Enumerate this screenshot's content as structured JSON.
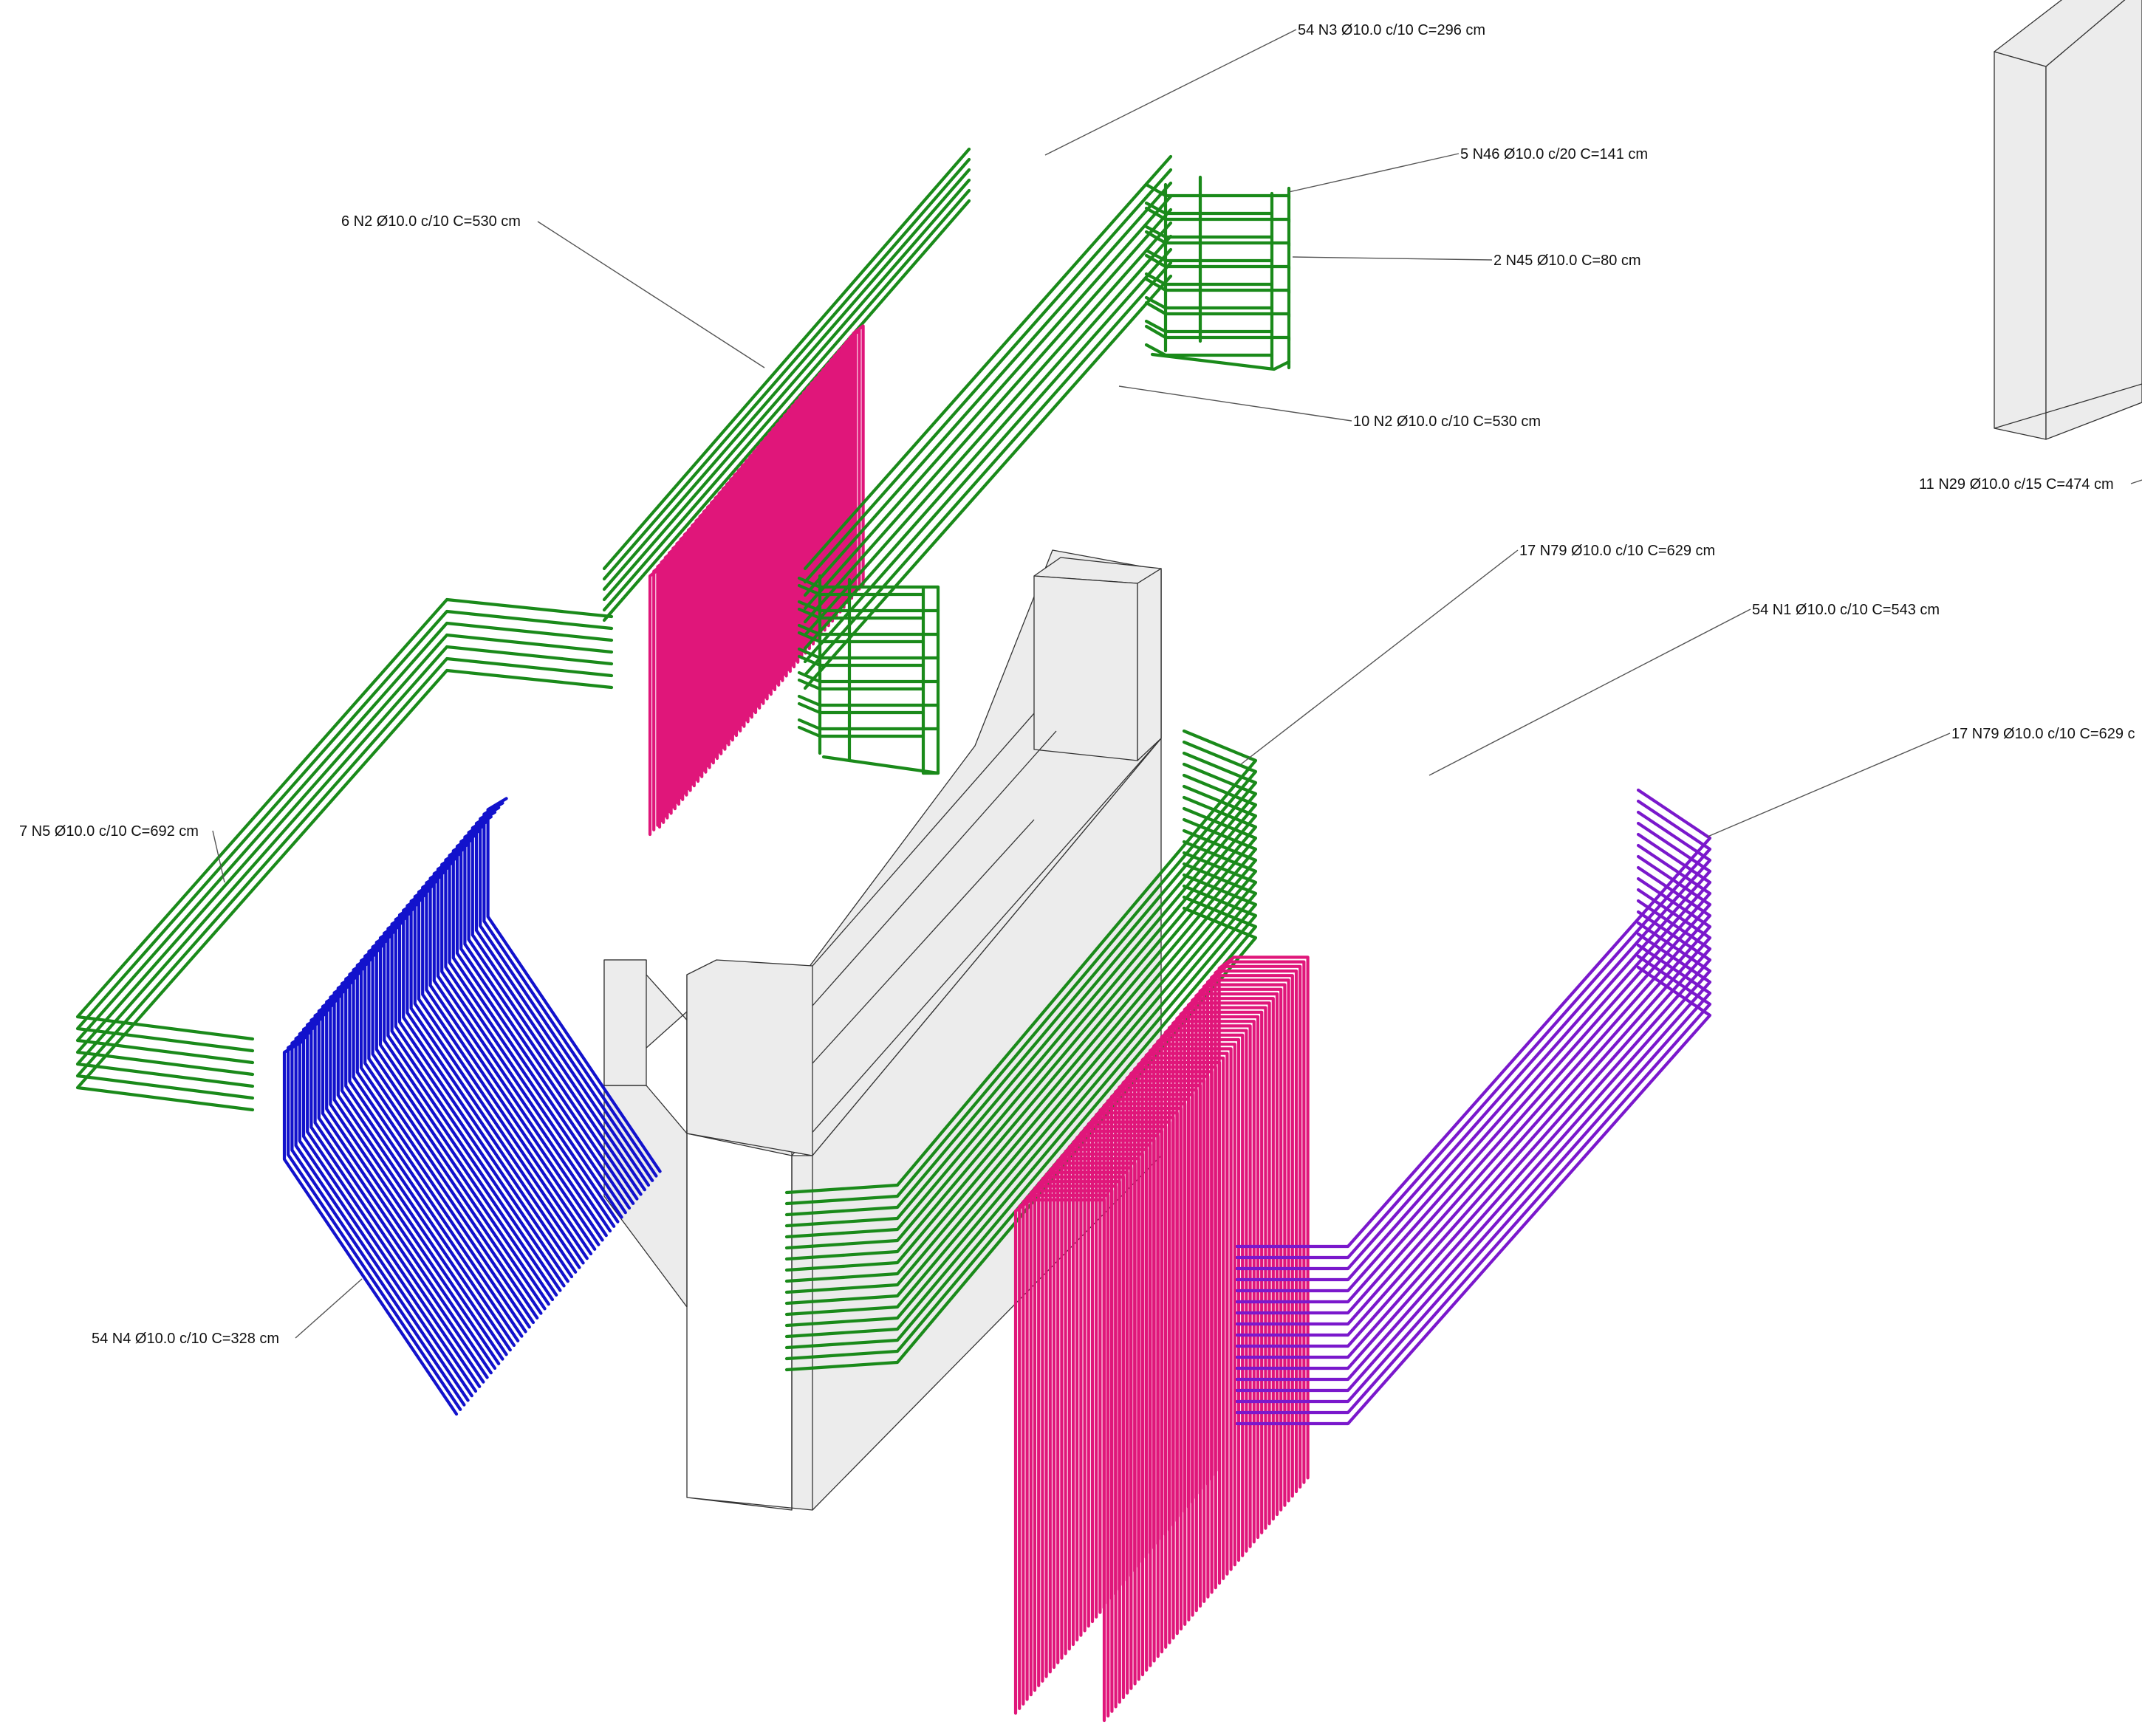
{
  "colors": {
    "green": "#1a8a1a",
    "magenta": "#e0167a",
    "blue": "#1212cc",
    "purple": "#7a18cc",
    "concrete_fill": "#ececec",
    "edge": "#333333",
    "leader": "#555555"
  },
  "labels": {
    "n3": "54 N3 Ø10.0 c/10 C=296 cm",
    "n46": "5 N46 Ø10.0 c/20 C=141 cm",
    "n45": "2 N45 Ø10.0 C=80 cm",
    "n2_top": "6 N2 Ø10.0 c/10 C=530 cm",
    "n2_mid": "10 N2 Ø10.0 c/10 C=530 cm",
    "n29": "11 N29 Ø10.0 c/15 C=474 cm",
    "n79_a": "17 N79 Ø10.0 c/10 C=629 cm",
    "n1": "54 N1 Ø10.0 c/10 C=543 cm",
    "n79_b": "17 N79 Ø10.0 c/10 C=629 c",
    "n5": "7 N5 Ø10.0 c/10 C=692 cm",
    "n4": "54 N4 Ø10.0 c/10 C=328 cm"
  }
}
